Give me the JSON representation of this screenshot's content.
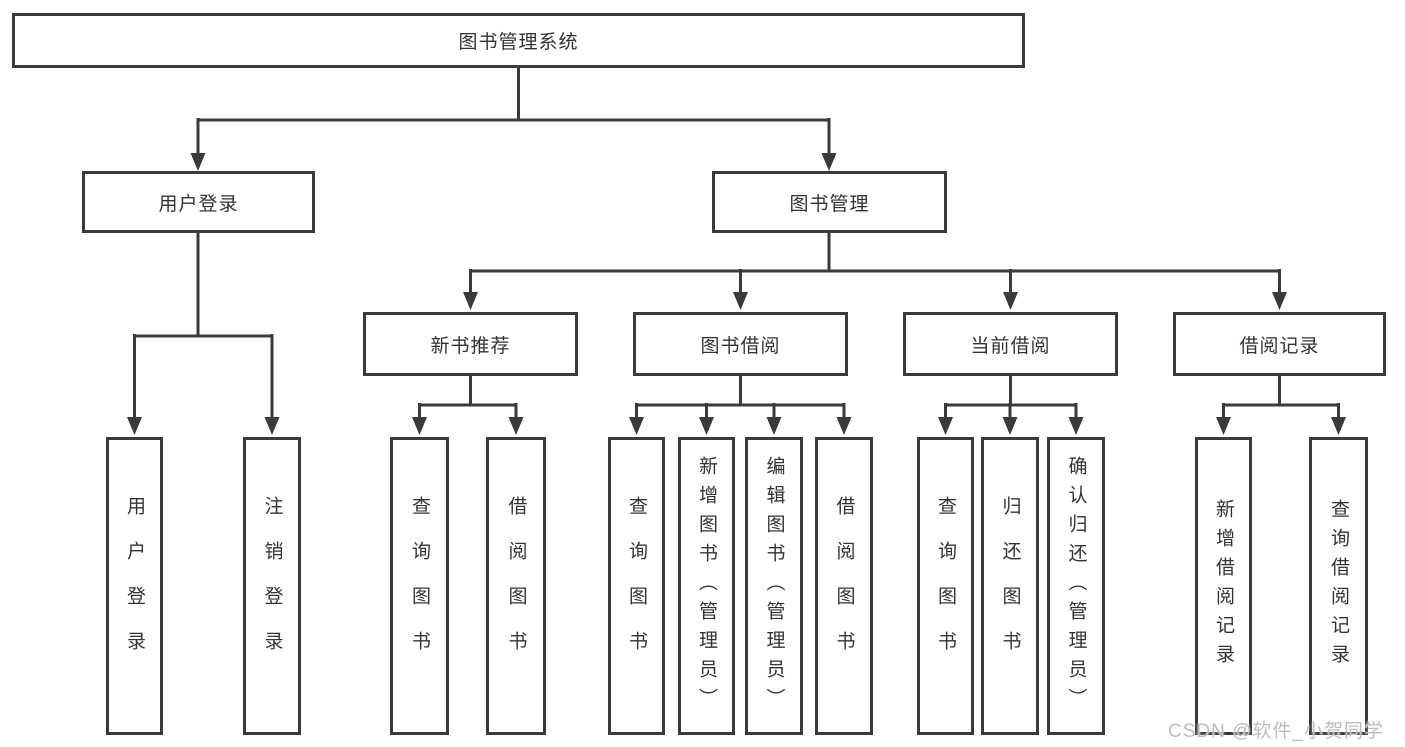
{
  "diagram": {
    "title_node": "图书管理系统",
    "level2": {
      "user_login": "用户登录",
      "book_management": "图书管理"
    },
    "level3": {
      "new_book_recommend": "新书推荐",
      "book_borrowing": "图书借阅",
      "current_borrowing": "当前借阅",
      "borrowing_records": "借阅记录"
    },
    "leaves": {
      "user_login_leaf": "用户登录",
      "logout_leaf": "注销登录",
      "recommend_query_books": "查询图书",
      "recommend_borrow_books": "借阅图书",
      "borrowing_query_books": "查询图书",
      "borrowing_add_books_admin": "新增图书（管理员）",
      "borrowing_edit_books_admin": "编辑图书（管理员）",
      "borrowing_borrow_books": "借阅图书",
      "current_query_books": "查询图书",
      "current_return_books": "归还图书",
      "current_confirm_return_admin": "确认归还（管理员）",
      "records_add_record": "新增借阅记录",
      "records_query_record": "查询借阅记录"
    }
  },
  "watermark": "CSDN @软件_小贺同学",
  "colors": {
    "line": "#3a3a3a",
    "box_border": "#3a3a3a",
    "text": "#333333",
    "background": "#ffffff",
    "watermark": "#bdbdbd"
  }
}
